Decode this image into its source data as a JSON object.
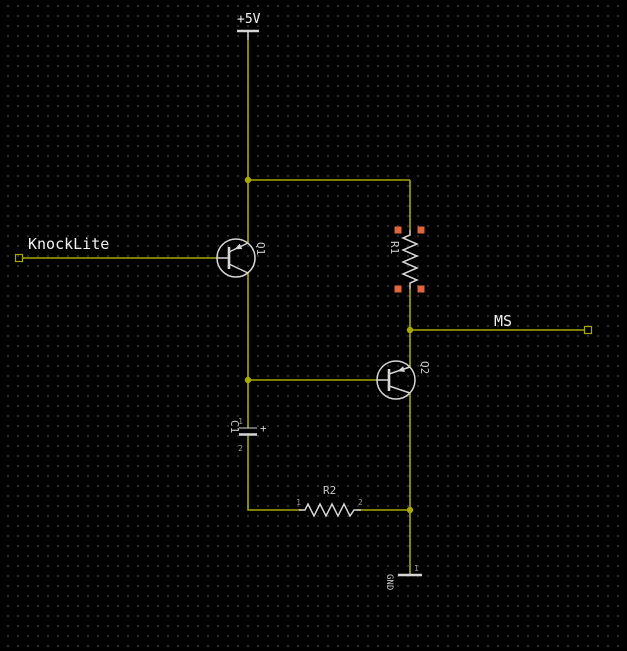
{
  "colors": {
    "background": "#000000",
    "grid_dot": "#2e2e2e",
    "wire": "#a8a800",
    "component": "#d6d6d6",
    "text": "#f2f2f2",
    "refdes": "#c9c9c9",
    "pin": "#9a9a9a",
    "selection": "#e0653c"
  },
  "power": {
    "label": "+5V"
  },
  "ground": {
    "label": "GND",
    "pin1": "1"
  },
  "ports": {
    "knocklite": {
      "label": "KnockLite"
    },
    "ms": {
      "label": "MS"
    }
  },
  "components": {
    "q1": {
      "ref": "Q1",
      "type": "pnp-transistor"
    },
    "q2": {
      "ref": "Q2",
      "type": "pnp-transistor"
    },
    "r1": {
      "ref": "R1",
      "type": "resistor",
      "selected": true
    },
    "r2": {
      "ref": "R2",
      "type": "resistor",
      "pin1": "1",
      "pin2": "2"
    },
    "c1": {
      "ref": "C1",
      "type": "polarized-capacitor",
      "pin1": "1",
      "pin2": "2",
      "polarity": "+"
    }
  }
}
